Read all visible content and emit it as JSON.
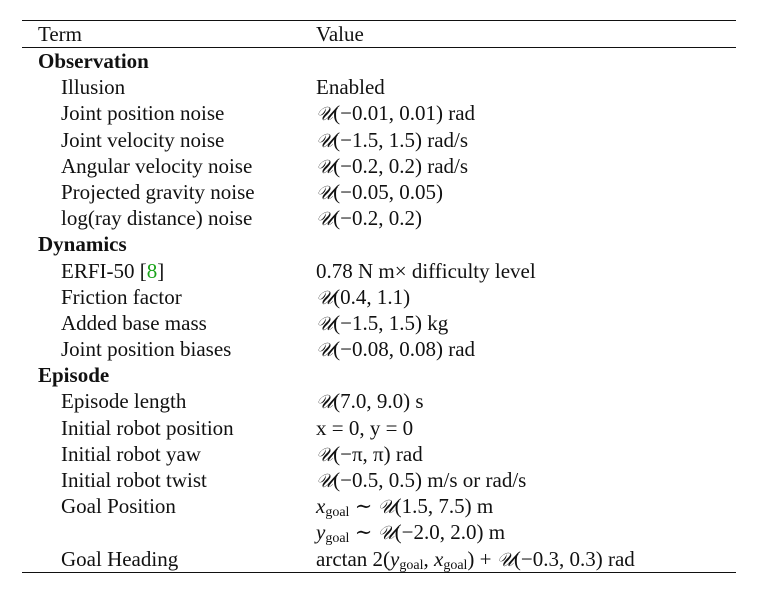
{
  "table": {
    "header": {
      "term": "Term",
      "value": "Value"
    },
    "sections": [
      {
        "title": "Observation",
        "rows": [
          {
            "term": "Illusion",
            "value": "Enabled"
          },
          {
            "term": "Joint position noise",
            "dist": "𝒰",
            "args": "(−0.01, 0.01)",
            "unit": "rad"
          },
          {
            "term": "Joint velocity noise",
            "dist": "𝒰",
            "args": "(−1.5, 1.5)",
            "unit": "rad/s"
          },
          {
            "term": "Angular velocity noise",
            "dist": "𝒰",
            "args": "(−0.2, 0.2)",
            "unit": "rad/s"
          },
          {
            "term": "Projected gravity noise",
            "dist": "𝒰",
            "args": "(−0.05, 0.05)",
            "unit": ""
          },
          {
            "term": "log(ray distance) noise",
            "dist": "𝒰",
            "args": "(−0.2, 0.2)",
            "unit": ""
          }
        ]
      },
      {
        "title": "Dynamics",
        "rows": [
          {
            "term": "ERFI-50",
            "cite": "8",
            "value": "0.78 N m× difficulty level"
          },
          {
            "term": "Friction factor",
            "dist": "𝒰",
            "args": "(0.4, 1.1)",
            "unit": ""
          },
          {
            "term": "Added base mass",
            "dist": "𝒰",
            "args": "(−1.5, 1.5)",
            "unit": "kg"
          },
          {
            "term": "Joint position biases",
            "dist": "𝒰",
            "args": "(−0.08, 0.08)",
            "unit": "rad"
          }
        ]
      },
      {
        "title": "Episode",
        "rows": [
          {
            "term": "Episode length",
            "dist": "𝒰",
            "args": "(7.0, 9.0)",
            "unit": "s"
          },
          {
            "term": "Initial robot position",
            "value": "x = 0, y = 0"
          },
          {
            "term": "Initial robot yaw",
            "dist": "𝒰",
            "args": "(−π, π)",
            "unit": "rad"
          },
          {
            "term": "Initial robot twist",
            "dist": "𝒰",
            "args": "(−0.5, 0.5)",
            "unit": "m/s or rad/s"
          },
          {
            "term": "Goal Position",
            "lines": [
              {
                "var": "x",
                "sub": "goal",
                "rest": " ∼ ",
                "dist": "𝒰",
                "args": "(1.5, 7.5)",
                "unit": "m"
              },
              {
                "var": "y",
                "sub": "goal",
                "rest": " ∼ ",
                "dist": "𝒰",
                "args": "(−2.0, 2.0)",
                "unit": "m"
              }
            ]
          },
          {
            "term": "Goal Heading",
            "heading": {
              "fn": "arctan 2(",
              "y": "y",
              "ysub": "goal",
              "x": "x",
              "xsub": "goal",
              "close": ") + ",
              "dist": "𝒰",
              "args": "(−0.3, 0.3)",
              "unit": "rad"
            }
          }
        ]
      }
    ]
  }
}
